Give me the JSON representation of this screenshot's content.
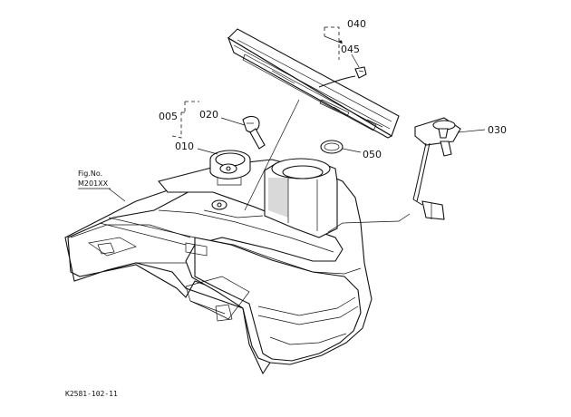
{
  "callouts": {
    "c040": "040",
    "c045": "045",
    "c005": "005",
    "c020": "020",
    "c010": "010",
    "c050": "050",
    "c030": "030"
  },
  "figref": {
    "line1": "Fig.No.",
    "line2": "M201XX"
  },
  "drawing_code": "K2581-102-11"
}
